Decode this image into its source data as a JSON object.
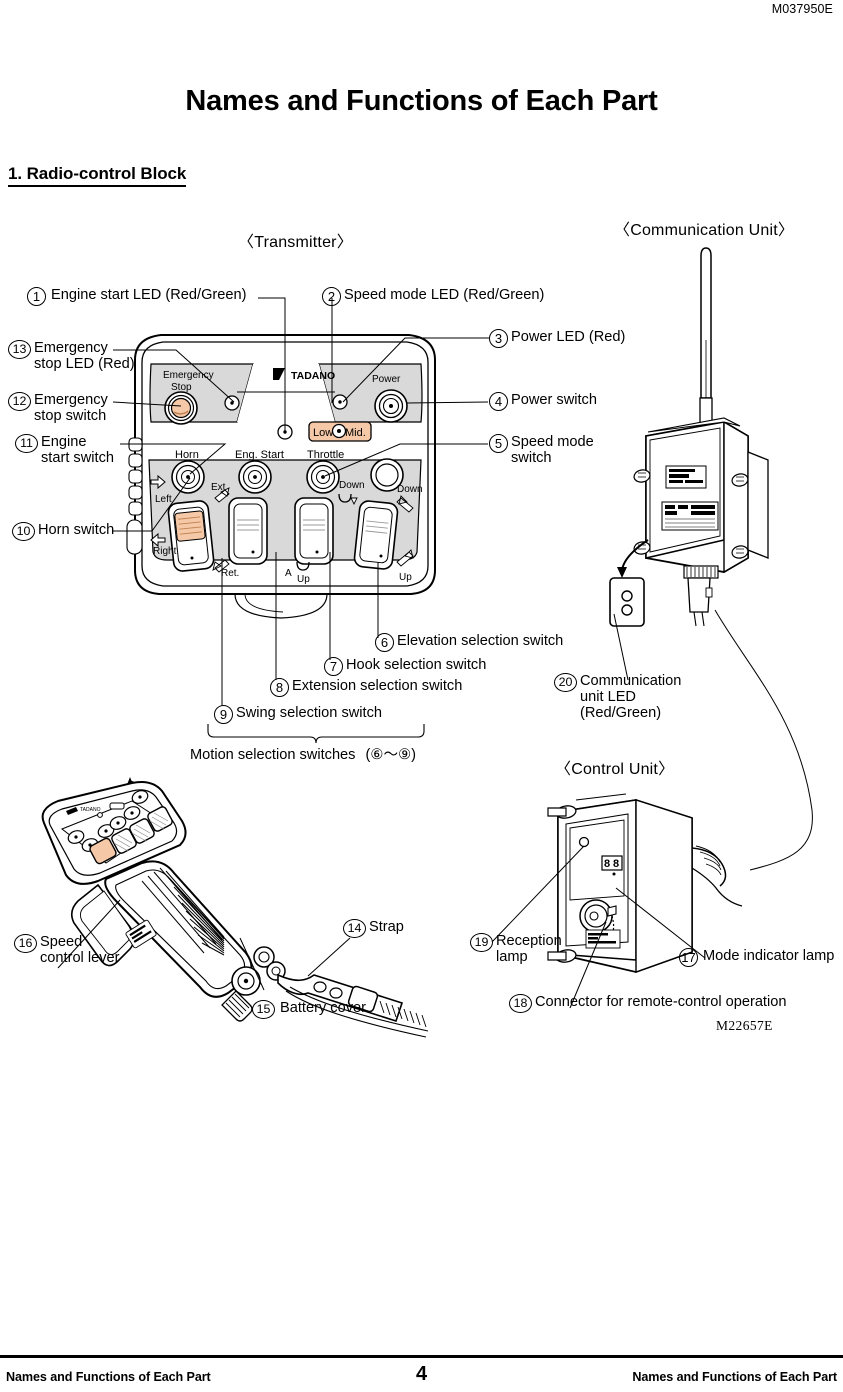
{
  "document": {
    "code": "M037950E",
    "title": "Names and Functions of Each Part",
    "section_heading": "1. Radio-control Block",
    "drawing_code": "M22657E"
  },
  "groups": {
    "transmitter": "〈Transmitter〉",
    "communication_unit": "〈Communication Unit〉",
    "control_unit": "〈Control Unit〉"
  },
  "callouts": [
    {
      "num": "1",
      "label": "Engine start LED (Red/Green)"
    },
    {
      "num": "2",
      "label": "Speed mode LED (Red/Green)"
    },
    {
      "num": "3",
      "label": "Power LED (Red)"
    },
    {
      "num": "4",
      "label": "Power switch"
    },
    {
      "num": "5",
      "label_line1": "Speed mode",
      "label_line2": "switch"
    },
    {
      "num": "6",
      "label": "Elevation selection switch"
    },
    {
      "num": "7",
      "label": "Hook selection switch"
    },
    {
      "num": "8",
      "label": "Extension selection switch"
    },
    {
      "num": "9",
      "label": "Swing selection switch"
    },
    {
      "num": "10",
      "label": "Horn switch"
    },
    {
      "num": "11",
      "label_line1": "Engine",
      "label_line2": "start switch"
    },
    {
      "num": "12",
      "label_line1": "Emergency",
      "label_line2": "stop switch"
    },
    {
      "num": "13",
      "label_line1": "Emergency",
      "label_line2": "stop LED (Red)"
    },
    {
      "num": "14",
      "label": "Strap"
    },
    {
      "num": "15",
      "label": "Battery cover"
    },
    {
      "num": "16",
      "label_line1": "Speed",
      "label_line2": "control lever"
    },
    {
      "num": "17",
      "label": "Mode indicator lamp"
    },
    {
      "num": "18",
      "label": "Connector for remote-control operation"
    },
    {
      "num": "19",
      "label_line1": "Reception",
      "label_line2": "lamp"
    },
    {
      "num": "20",
      "label_line1": "Communication",
      "label_line2": "unit LED",
      "label_line3": "(Red/Green)"
    }
  ],
  "brace": {
    "motion_switches": "Motion selection switches",
    "motion_range": "(⑥～⑨)"
  },
  "panel_markings": {
    "brand": "TADANO",
    "emergency_stop_line1": "Emergency",
    "emergency_stop_line2": "Stop",
    "power": "Power",
    "speed_low": "Low",
    "speed_mid": "Mid.",
    "horn": "Horn",
    "eng_start": "Eng. Start",
    "throttle": "Throttle",
    "swing_left": "Left",
    "swing_right": "Right",
    "ext_out": "Ext.",
    "ext_ret": "Ret.",
    "hook_down": "Down",
    "hook_up": "Up",
    "boom_down": "Down",
    "boom_up": "Up",
    "hook_a": "A",
    "control_unit_display": "8 8"
  },
  "colors": {
    "panel_gray": "#d9d9d9",
    "accent_peach": "#f5c9a8",
    "line": "#000000"
  },
  "footer": {
    "left": "Names and Functions of Each Part",
    "right": "Names and Functions of Each Part",
    "page_number": "4"
  }
}
